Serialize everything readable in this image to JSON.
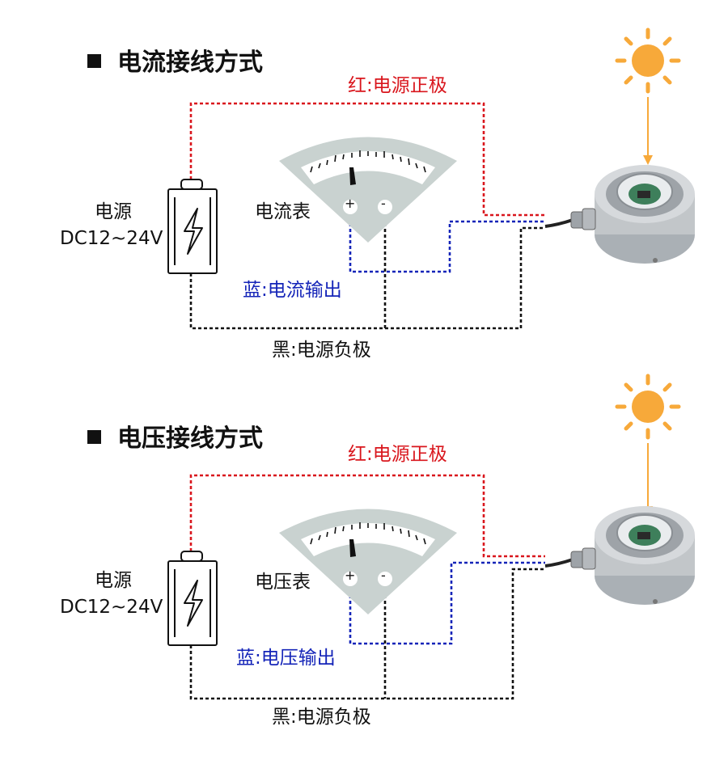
{
  "colors": {
    "red_wire": "#d9161d",
    "blue_wire": "#1424b8",
    "black_wire": "#111111",
    "meter_body": "#c9d2d0",
    "sun": "#f7a93a",
    "sensor_metal": "#c0c3c6"
  },
  "icons": [
    "battery-icon",
    "lightning-icon",
    "meter-icon",
    "sun-icon",
    "sensor-icon",
    "arrow-down-icon"
  ],
  "sections": [
    {
      "title": "电流接线方式",
      "red_label": "红:电源正极",
      "power_label": "电源",
      "power_spec": "DC12~24V",
      "meter_label": "电流表",
      "plus": "+",
      "minus": "-",
      "blue_label": "蓝:电流输出",
      "black_label": "黑:电源负极"
    },
    {
      "title": "电压接线方式",
      "red_label": "红:电源正极",
      "power_label": "电源",
      "power_spec": "DC12~24V",
      "meter_label": "电压表",
      "plus": "+",
      "minus": "-",
      "blue_label": "蓝:电压输出",
      "black_label": "黑:电源负极"
    }
  ]
}
